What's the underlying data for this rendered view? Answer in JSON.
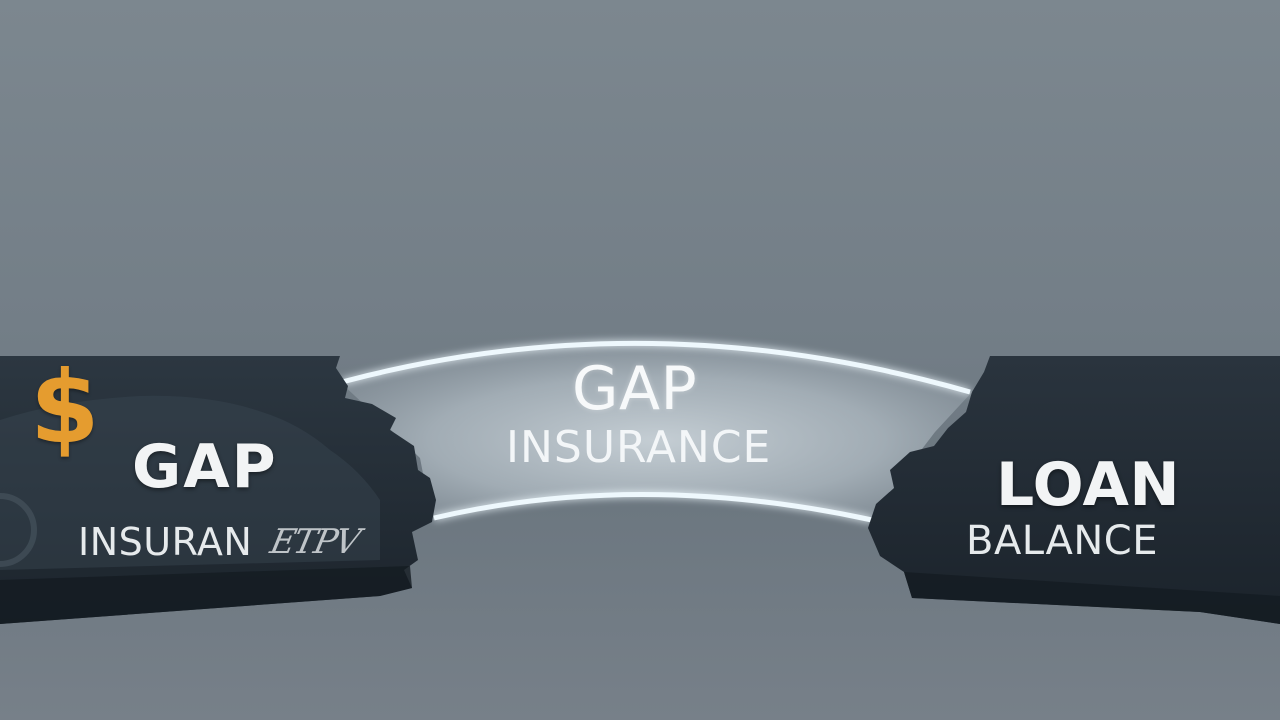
{
  "left_block": {
    "icon": "dollar-sign-icon",
    "icon_glyph": "$",
    "icon_color": "#e59c2f",
    "title": "GAP",
    "subtitle": "INSURAN",
    "subtitle_scribble": "ETPV"
  },
  "bridge": {
    "title": "GAP",
    "subtitle": "INSURANCE"
  },
  "right_block": {
    "title": "LOAN",
    "subtitle": "BALANCE"
  },
  "colors": {
    "background": "#737e87",
    "cliff": "#2a343d",
    "bridge_glow": "#e8f4fb",
    "accent": "#e59c2f"
  }
}
